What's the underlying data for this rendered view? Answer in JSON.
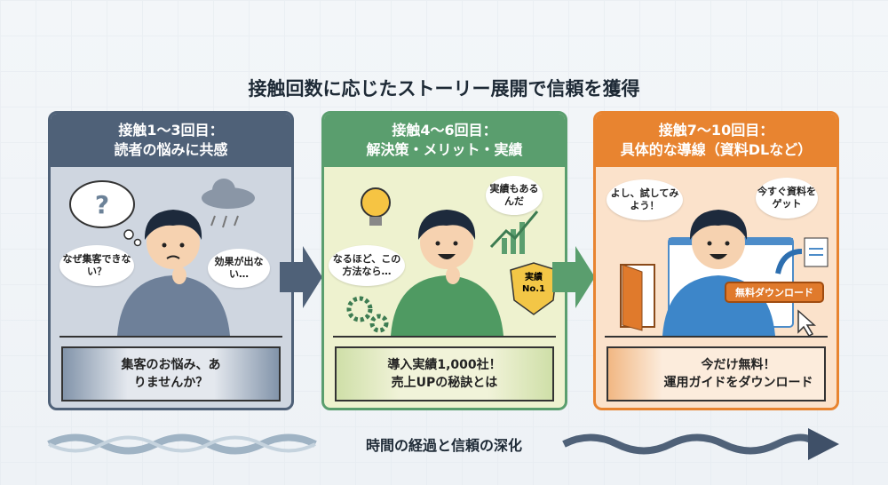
{
  "title": "接触回数に応じたストーリー展開で信頼を獲得",
  "panels": [
    {
      "header_line1": "接触1〜3回目：",
      "header_line2": "読者の悩みに共感",
      "thought": "?",
      "bubble_left": "なぜ集客できない？",
      "bubble_right": "効果が出ない…",
      "banner": "集客のお悩み、ありませんか？",
      "color": "#4f6178"
    },
    {
      "header_line1": "接触4〜6回目：",
      "header_line2": "解決策・メリット・実績",
      "bubble_left": "なるほど、この方法なら…",
      "bubble_right": "実績もあるんだ",
      "badge": "実績 No.1",
      "banner_line1": "導入実績1,000社！",
      "banner_line2": "売上UPの秘訣とは",
      "color": "#5a9e6e"
    },
    {
      "header_line1": "接触7〜10回目：",
      "header_line2": "具体的な導線（資料DLなど）",
      "bubble_left": "よし、試してみよう！",
      "bubble_right": "今すぐ資料をゲット",
      "cta_button": "無料ダウンロード",
      "banner_line1": "今だけ無料！",
      "banner_line2": "運用ガイドをダウンロード",
      "color": "#e88430"
    }
  ],
  "footer": "時間の経過と信頼の深化"
}
